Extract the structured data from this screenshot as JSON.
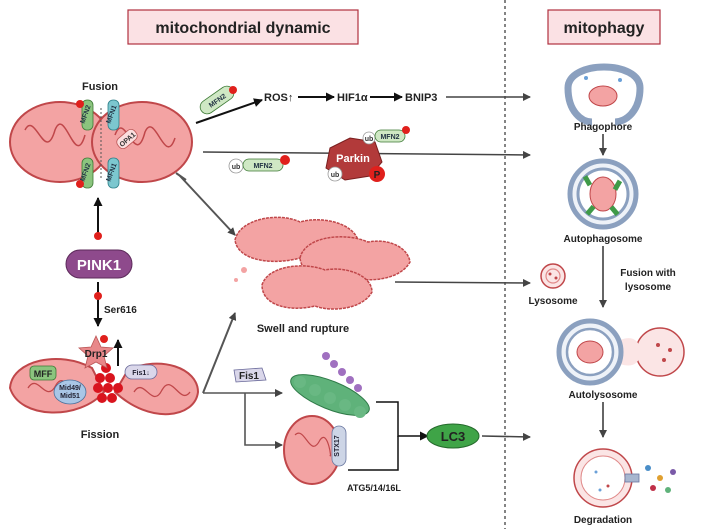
{
  "sections": {
    "left_title": "mitochondrial dynamic",
    "right_title": "mitophagy"
  },
  "labels": {
    "fusion": "Fusion",
    "fission": "Fission",
    "pink1": "PINK1",
    "ser616": "Ser616",
    "drp1": "Drp1",
    "fis1": "Fis1",
    "fis1_down": "Fis1↓",
    "mff": "MFF",
    "mid49": "Mid49/",
    "mid51": "Mid51",
    "mfn1": "MFN1",
    "mfn2": "MFN2",
    "opa1": "OPA1",
    "ros": "ROS↑",
    "hif1a": "HIF1α",
    "bnip3": "BNIP3",
    "parkin": "Parkin",
    "ub": "ub",
    "p": "P",
    "swell": "Swell and rupture",
    "lc3": "LC3",
    "stx17": "STX17",
    "atg": "ATG5/14/16L"
  },
  "mitophagy_steps": {
    "phagophore": "Phagophore",
    "autophagosome": "Autophagosome",
    "fusion_lysosome_1": "Fusion with",
    "fusion_lysosome_2": "lysosome",
    "lysosome": "Lysosome",
    "autolysosome": "Autolysosome",
    "degradation": "Degradation"
  },
  "colors": {
    "title_box_fill": "#fbe1e4",
    "title_box_stroke": "#b0313f",
    "mito_fill": "#f3a3a3",
    "mito_stroke": "#c0474a",
    "pink1_fill": "#8e4a8c",
    "parkin_fill": "#b23a3a",
    "lc3_fill": "#3fa447",
    "mfn_green": "#8bc47e",
    "mfn_teal": "#7cc7cf",
    "phospho_red": "#e0201c",
    "membrane": "#8ba0bf",
    "arrow": "#444444"
  }
}
